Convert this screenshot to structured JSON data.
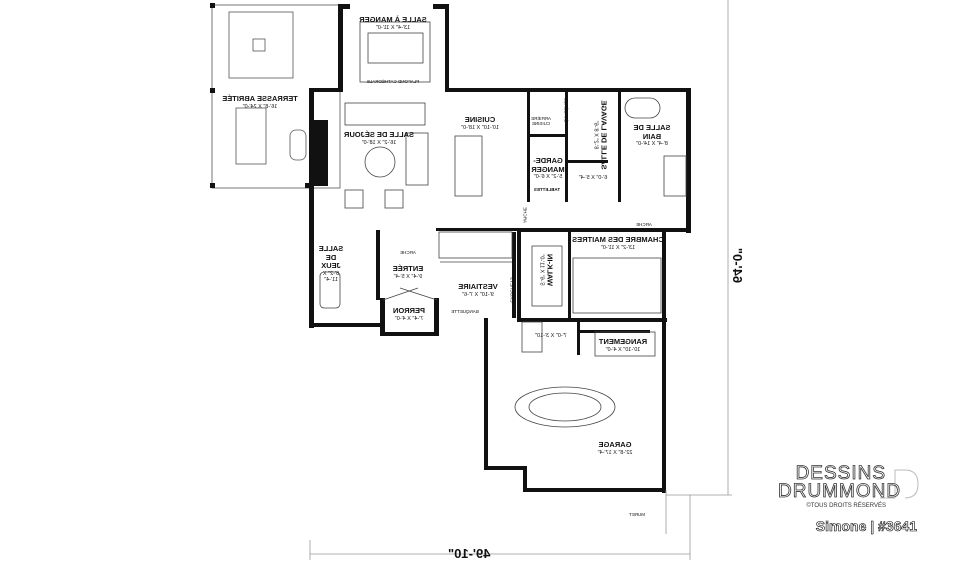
{
  "plan": {
    "orientation": "mirrored",
    "rooms": [
      {
        "id": "salle-a-manger",
        "name": "SALLE À MANGER",
        "dims": "13'-4\" X 11'-0\""
      },
      {
        "id": "terrasse",
        "name": "TERRASSE ABRITÉE",
        "dims": "16'-8\" X 24'-0\""
      },
      {
        "id": "sejour",
        "name": "SALLE DE SÉJOUR",
        "dims": "16'-2\" X 18'-0\""
      },
      {
        "id": "cuisine",
        "name": "CUISINE",
        "dims": "10'-10\" X 18'-0\""
      },
      {
        "id": "garde-manger",
        "name": "GARDE-MANGER",
        "dims": "5'-2\" X 6'-0\""
      },
      {
        "id": "lavage",
        "name": "SALLE DE LAVAGE",
        "dims": "8'-2\" X 8'-6\""
      },
      {
        "id": "bain",
        "name": "SALLE DE BAIN",
        "dims": "8'-4\" X 14'-0\""
      },
      {
        "id": "toilette",
        "name": "",
        "dims": "6'-0\" X 5'-4\""
      },
      {
        "id": "chambre",
        "name": "CHAMBRE DES MAITRES",
        "dims": "13'-2\" X 11'-0\""
      },
      {
        "id": "walkin",
        "name": "WALK-IN",
        "dims": "5'-6\" X 11'-0\""
      },
      {
        "id": "jeux",
        "name": "SALLE DE JEUX",
        "dims": "8'-2\" X 11'-4\""
      },
      {
        "id": "entree",
        "name": "ENTRÉE",
        "dims": "9'-4\" X 5'-4\""
      },
      {
        "id": "vestiaire",
        "name": "VESTIAIRE",
        "dims": "9'-10\" X 7'-6\""
      },
      {
        "id": "perron",
        "name": "PERRON",
        "dims": "7'-4\" X 4'-0\""
      },
      {
        "id": "rangement",
        "name": "RANGEMENT",
        "dims": "10'-10\" X 4'-0\""
      },
      {
        "id": "salle-eau",
        "name": "",
        "dims": "7'-0\" X 3'-10\""
      },
      {
        "id": "garage",
        "name": "GARAGE",
        "dims": "22'-8\" X 17'-4\""
      }
    ],
    "notes": {
      "plafond": "PLAFOND CATHÉDRALE",
      "arriere_cuisine": "ARRIÈRE CUISINE",
      "etageres": "ÉTAGÈRES",
      "tablettes": "TABLETTES",
      "arche": "ARCHE",
      "crochets": "CROCHETS",
      "banquette": "BANQUETTE",
      "muret": "MURET"
    },
    "dimensions": {
      "width": "49'-10\"",
      "depth": "64'-0\""
    }
  },
  "brand": {
    "line1": "DESSINS",
    "line2": "DRUMMOND",
    "rights": "©TOUS DROITS RÉSERVÉS",
    "plan_name": "Simone | #3641"
  }
}
